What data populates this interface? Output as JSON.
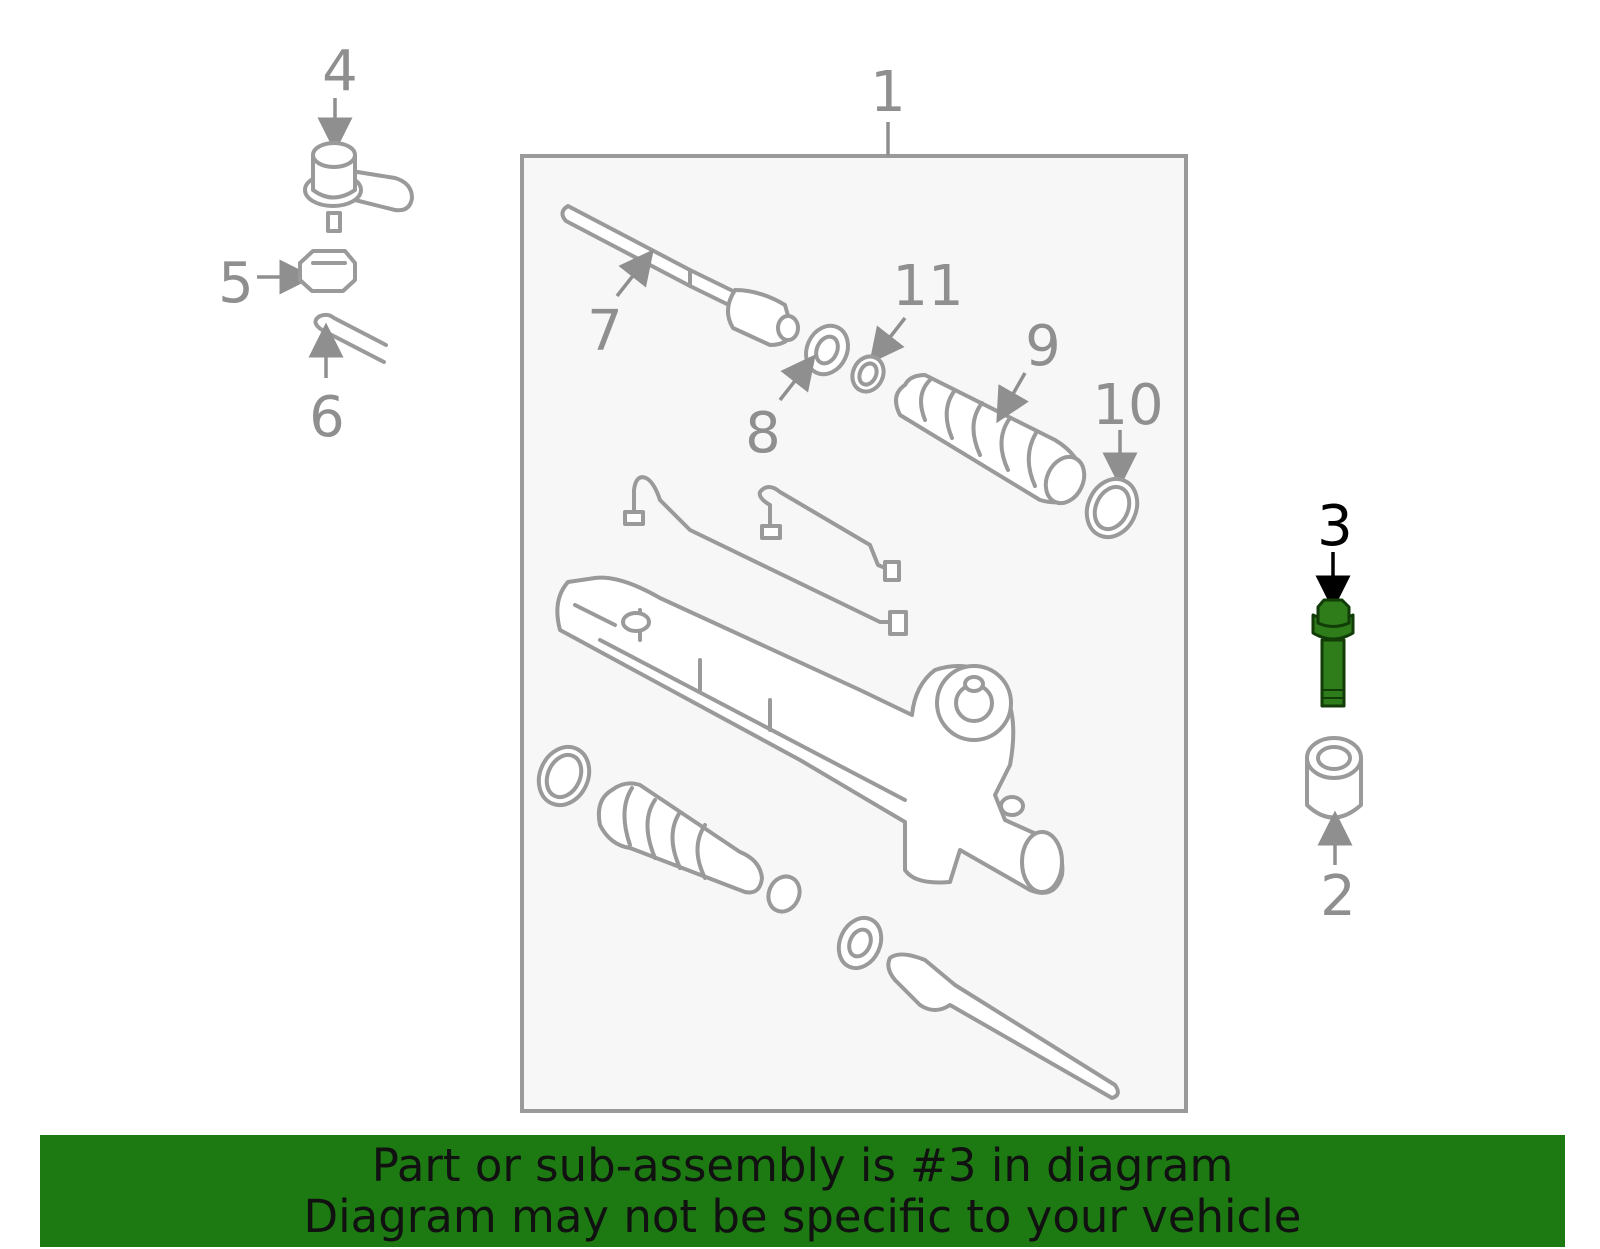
{
  "labels": {
    "p1": "1",
    "p2": "2",
    "p3": "3",
    "p4": "4",
    "p5": "5",
    "p6": "6",
    "p7": "7",
    "p8": "8",
    "p9": "9",
    "p10": "10",
    "p11": "11"
  },
  "highlighted_part": "3",
  "highlight_color": "#2e7d1a",
  "banner": {
    "line1": "Part or sub-assembly is #3 in diagram",
    "line2": "Diagram may not be specific to your vehicle",
    "background": "#1d7a12"
  }
}
